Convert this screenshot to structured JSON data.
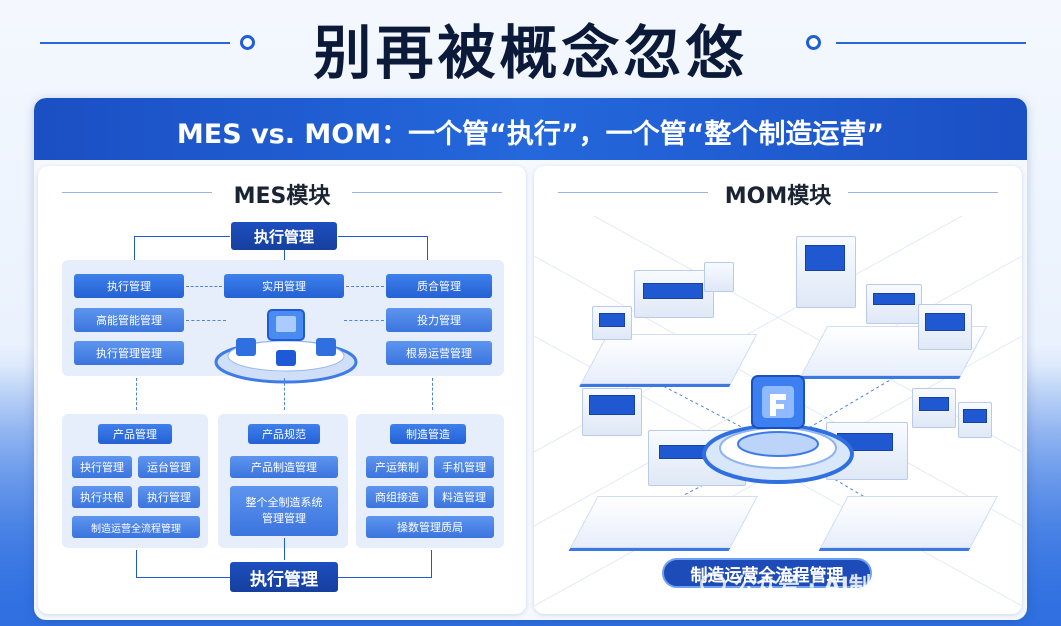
{
  "title": "别再被概念忽悠",
  "banner": "MES vs. MOM：一个管“执行”，一个管“整个制造运营”",
  "mes": {
    "title": "MES模块",
    "top": "执行管理",
    "bottom": "执行管理",
    "row_left": [
      "执行管理",
      "高能管能管理",
      "执行管理管理"
    ],
    "row_center": "实用管理",
    "row_right": [
      "质合管理",
      "投力管理",
      "根易运营管理"
    ],
    "groups": [
      {
        "header": "产品管理",
        "items": [
          "抉行管理",
          "运台管理",
          "执行共根",
          "执行管理"
        ],
        "wide": "制造运营全流程管理"
      },
      {
        "header": "产品规范",
        "items": [
          "产品制造管理"
        ],
        "wide": "整个全制造系统管理管理"
      },
      {
        "header": "制造管造",
        "items": [
          "产运策制",
          "手机管理",
          "商组接造",
          "料造管理"
        ],
        "wide": "操数管理质局"
      }
    ]
  },
  "mom": {
    "title": "MOM模块",
    "label": "制造运营全流程管理"
  },
  "watermark": "公众号 · AI制造数字化",
  "colors": {
    "primary": "#2461d4",
    "dark": "#163f9e",
    "title": "#0c1a3a"
  }
}
